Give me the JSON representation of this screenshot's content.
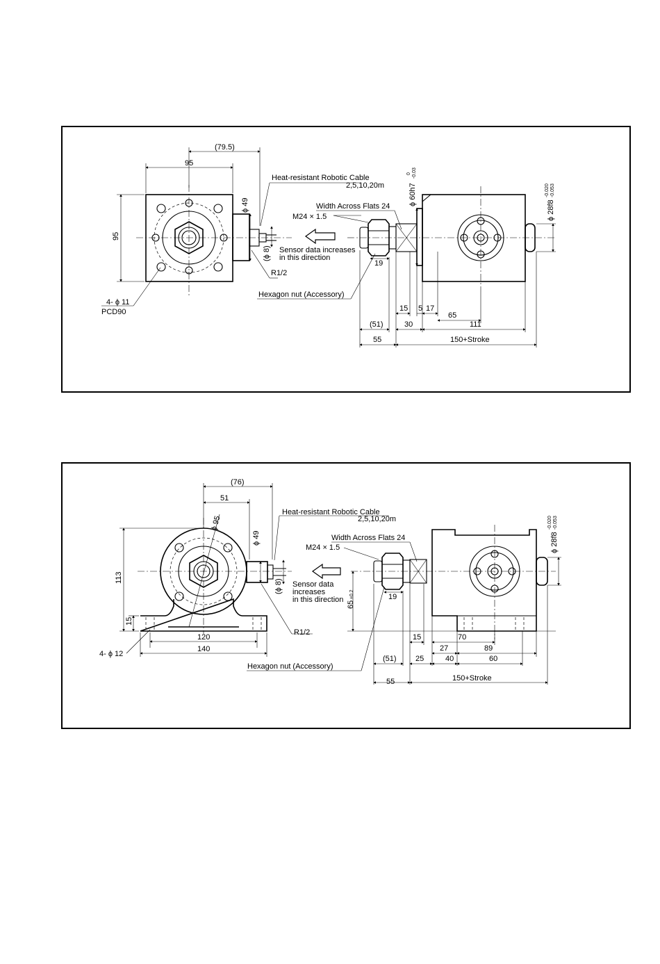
{
  "panel1": {
    "dim_79_5": "(79.5)",
    "dim_95_w": "95",
    "dim_95_h": "95",
    "dim_phi49": "ϕ 49",
    "dim_phi8": "(ϕ 8)",
    "cable_title": "Heat-resistant Robotic Cable",
    "cable_lengths": "2,5,10,20m",
    "flats": "Width Across Flats 24",
    "thread": "M24 × 1.5",
    "sensor_line1": "Sensor data increases",
    "sensor_line2": "in this direction",
    "port": "R1/2",
    "holes": "4- ϕ 11",
    "pcd": "PCD90",
    "nut": "Hexagon nut (Accessory)",
    "dim_19": "19",
    "phi60": "ϕ 60h7",
    "phi60_tol_upper": "0",
    "phi60_tol_lower": "-0.03",
    "phi28": "ϕ 28f8",
    "phi28_tol_upper": "-0.020",
    "phi28_tol_lower": "-0.053",
    "dim_15": "15",
    "dim_5": "5",
    "dim_17": "17",
    "dim_65": "65",
    "dim_51": "(51)",
    "dim_30": "30",
    "dim_111": "111",
    "dim_55": "55",
    "dim_stroke": "150+Stroke"
  },
  "panel2": {
    "dim_76": "(76)",
    "dim_51_top": "51",
    "dim_phi95": "ϕ 95",
    "dim_phi49": "ϕ 49",
    "dim_113": "113",
    "dim_15_v": "15",
    "dim_phi8": "(ϕ 8)",
    "cable_title": "Heat-resistant Robotic Cable",
    "cable_lengths": "2,5,10,20m",
    "flats": "Width Across Flats 24",
    "thread": "M24 × 1.5",
    "sensor_line1": "Sensor data",
    "sensor_line2": "increases",
    "sensor_line3": "in this direction",
    "port": "R1/2",
    "holes": "4- ϕ 12",
    "dim_120": "120",
    "dim_140": "140",
    "dim_65": "65",
    "dim_65_tol": "±0.2",
    "dim_19": "19",
    "nut": "Hexagon nut (Accessory)",
    "phi28": "ϕ 28f8",
    "phi28_tol_upper": "-0.020",
    "phi28_tol_lower": "-0.053",
    "dim_15": "15",
    "dim_70": "70",
    "dim_27": "27",
    "dim_89": "89",
    "dim_51": "(51)",
    "dim_25": "25",
    "dim_40": "40",
    "dim_60": "60",
    "dim_55": "55",
    "dim_stroke": "150+Stroke"
  }
}
